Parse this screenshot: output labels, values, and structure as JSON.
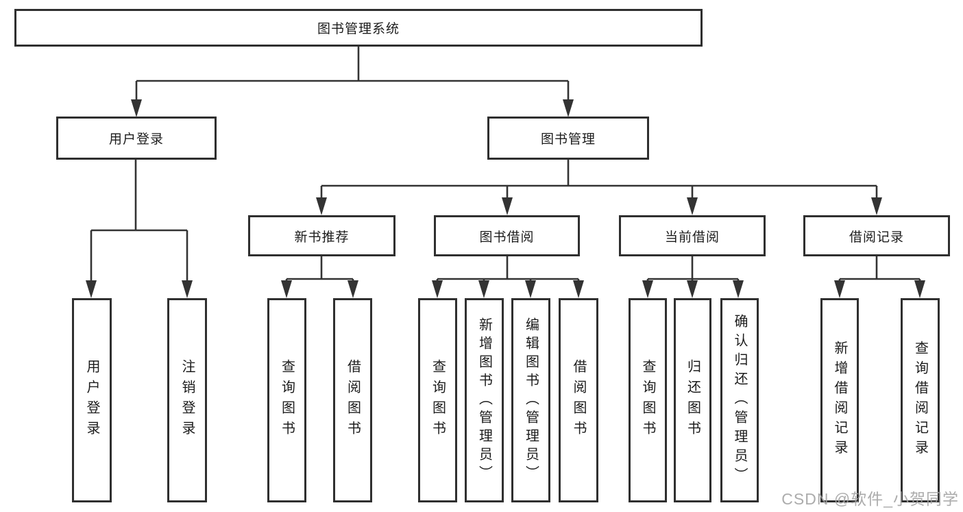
{
  "diagram": {
    "title": "图书管理系统",
    "level2": {
      "user_login": "用户登录",
      "book_mgmt": "图书管理"
    },
    "level3": {
      "new_book": "新书推荐",
      "book_borrow": "图书借阅",
      "current_borrow": "当前借阅",
      "borrow_record": "借阅记录"
    },
    "leaves": {
      "user_login": "用户登录",
      "logout": "注销登录",
      "nb_query": "查询图书",
      "nb_borrow": "借阅图书",
      "bb_query": "查询图书",
      "bb_add": "新增图书（管理员）",
      "bb_edit": "编辑图书（管理员）",
      "bb_borrow": "借阅图书",
      "cb_query": "查询图书",
      "cb_return": "归还图书",
      "cb_confirm": "确认归还（管理员）",
      "br_add": "新增借阅记录",
      "br_query": "查询借阅记录"
    },
    "watermark": "CSDN @软件_小贺同学",
    "colors": {
      "line": "#333333",
      "border": "#2f2f2f",
      "text": "#1c1c1c",
      "watermark": "#a3a3a3"
    }
  }
}
